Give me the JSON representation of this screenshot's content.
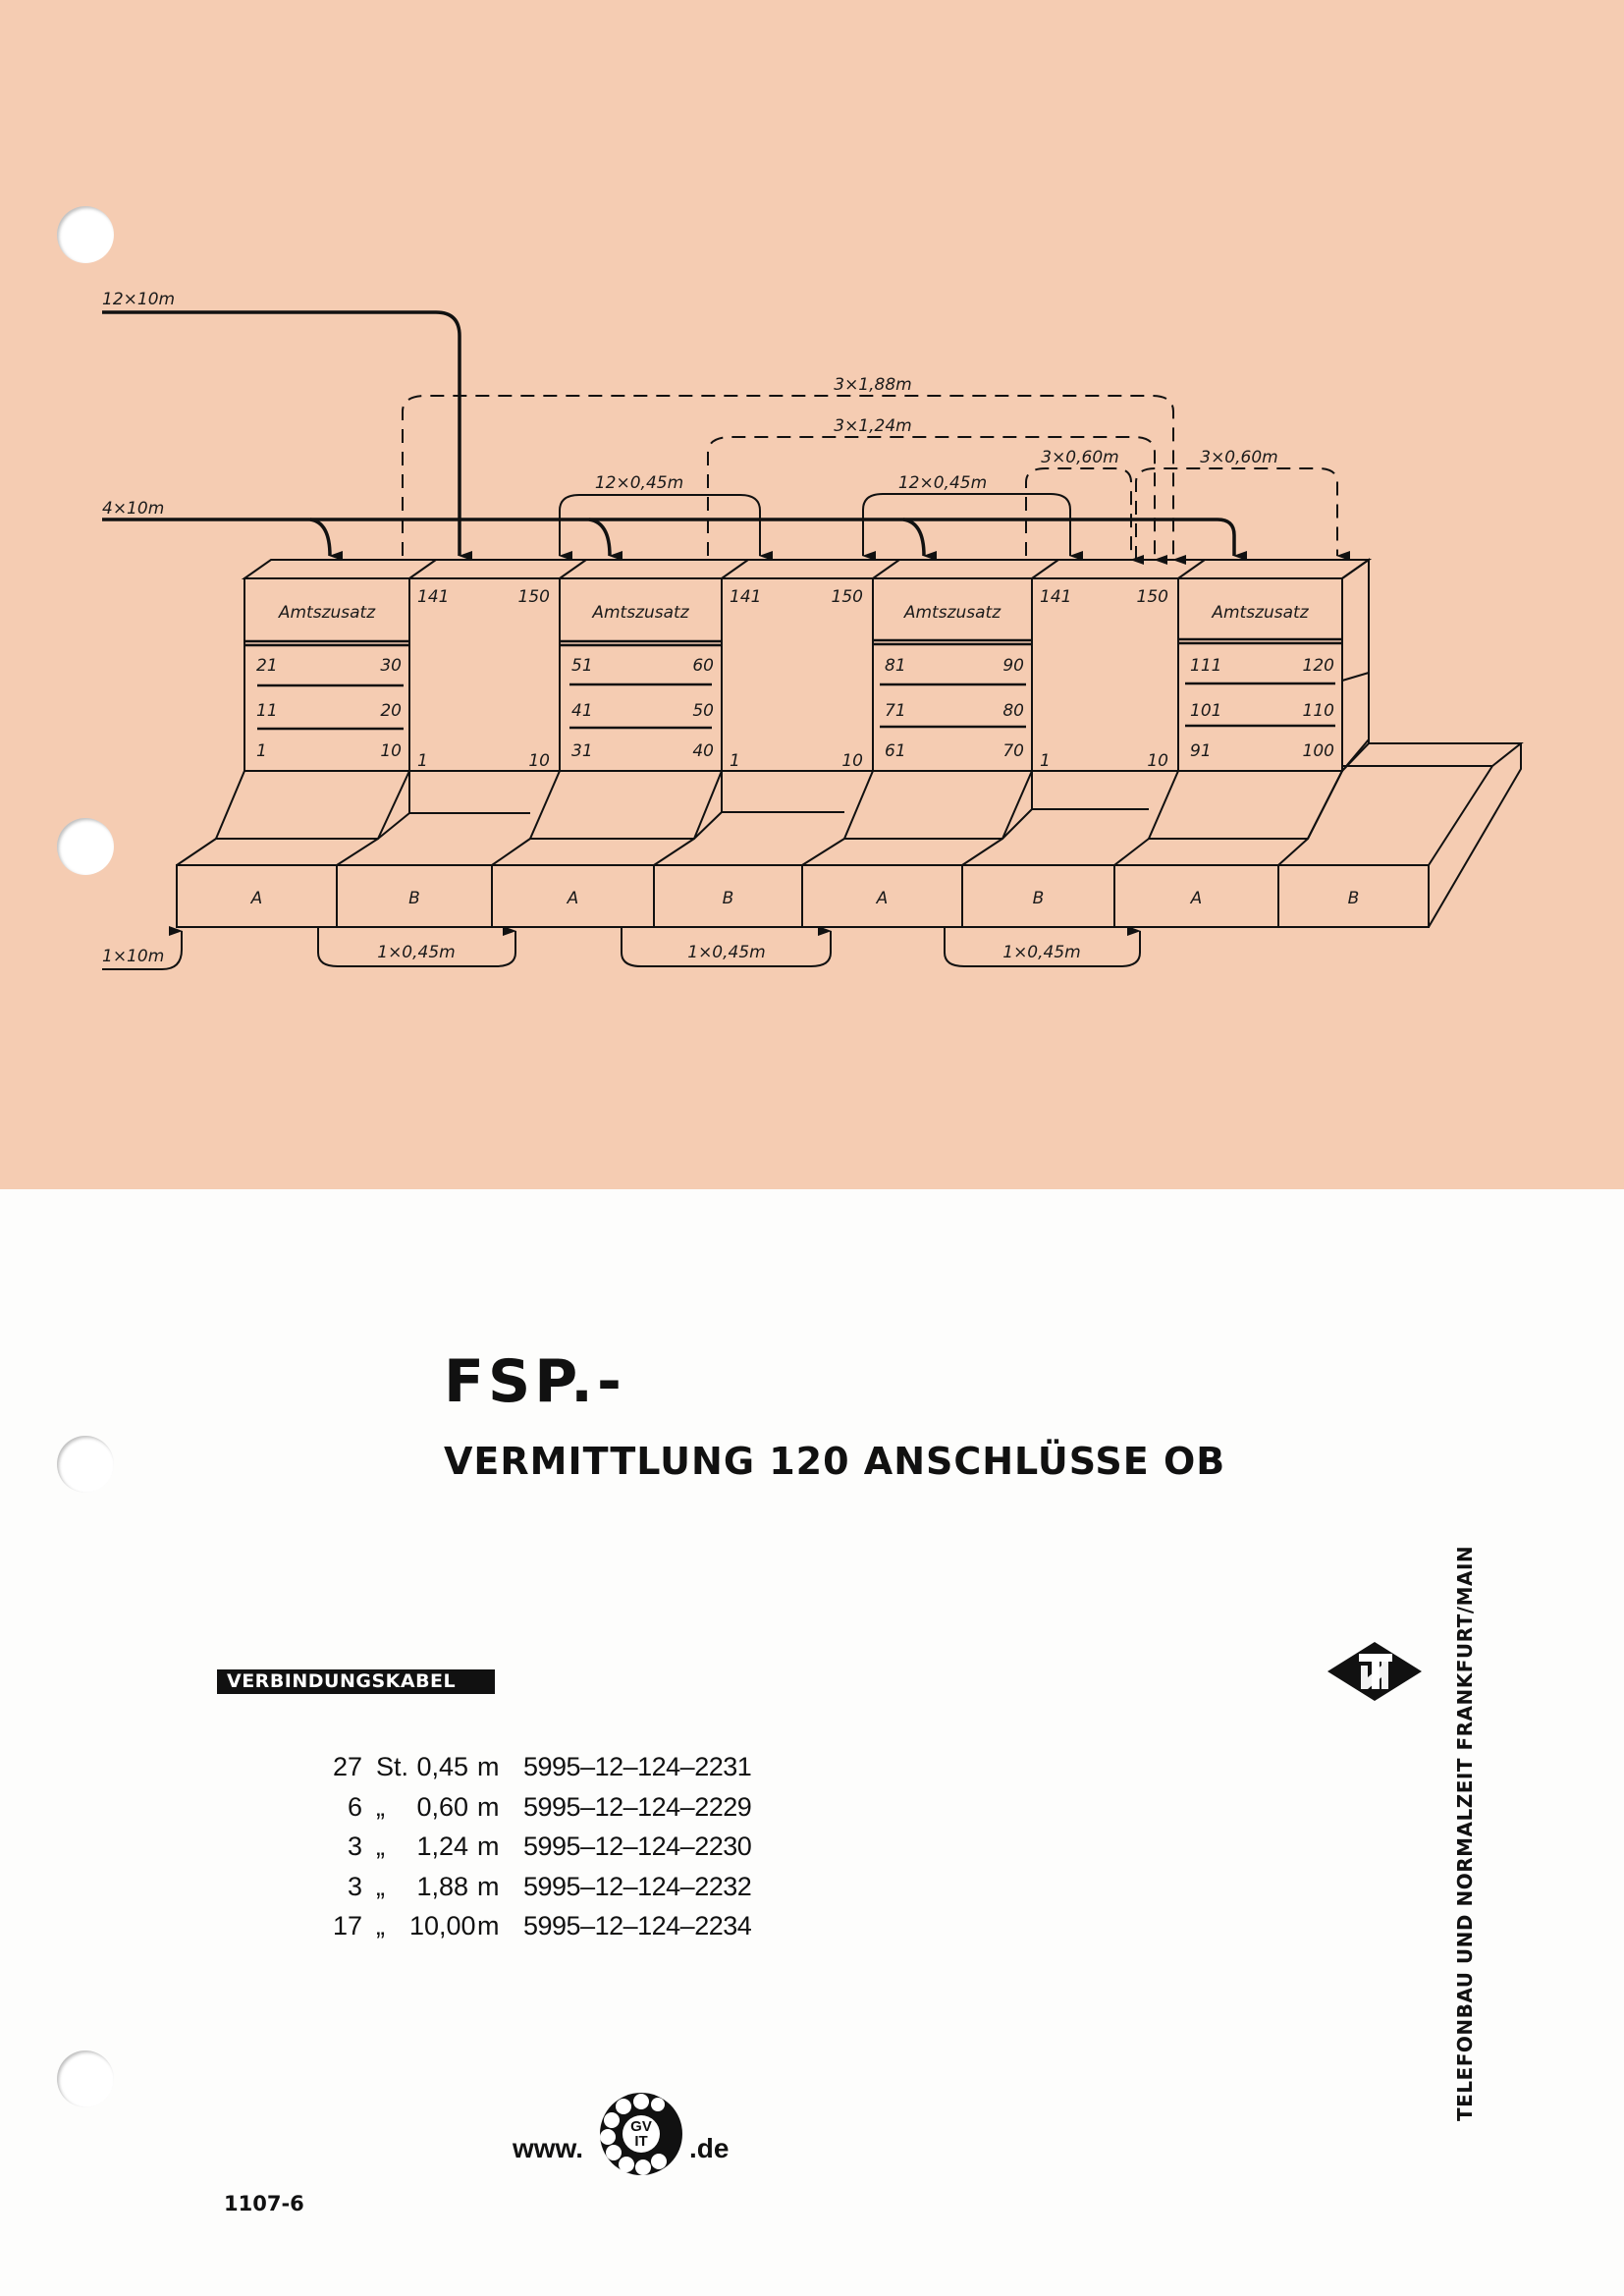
{
  "diagram": {
    "cables": {
      "top_feed": "12×10m",
      "mid_feed": "4×10m",
      "bottom_feed": "1×10m",
      "dashed_long": "3×1,88m",
      "dashed_mid": "3×1,24m",
      "dashed_short_1": "3×0,60m",
      "dashed_short_2": "3×0,60m",
      "loop_1": "12×0,45m",
      "loop_2": "12×0,45m",
      "desk_link_1": "1×0,45m",
      "desk_link_2": "1×0,45m",
      "desk_link_3": "1×0,45m"
    },
    "modules": [
      {
        "label": "Amtszusatz",
        "rows": [
          [
            "21",
            "30"
          ],
          [
            "11",
            "20"
          ],
          [
            "1",
            "10"
          ]
        ]
      },
      {
        "label": "Amtszusatz",
        "rows": [
          [
            "51",
            "60"
          ],
          [
            "41",
            "50"
          ],
          [
            "31",
            "40"
          ]
        ]
      },
      {
        "label": "Amtszusatz",
        "rows": [
          [
            "81",
            "90"
          ],
          [
            "71",
            "80"
          ],
          [
            "61",
            "70"
          ]
        ]
      },
      {
        "label": "Amtszusatz",
        "rows": [
          [
            "111",
            "120"
          ],
          [
            "101",
            "110"
          ],
          [
            "91",
            "100"
          ]
        ]
      }
    ],
    "bays": [
      {
        "top": [
          "141",
          "150"
        ],
        "bottom": [
          "1",
          "10"
        ]
      },
      {
        "top": [
          "141",
          "150"
        ],
        "bottom": [
          "1",
          "10"
        ]
      },
      {
        "top": [
          "141",
          "150"
        ],
        "bottom": [
          "1",
          "10"
        ]
      }
    ],
    "desks": [
      "A",
      "B",
      "A",
      "B",
      "A",
      "B",
      "A",
      "B"
    ]
  },
  "title": {
    "line1": "FSP.-",
    "line2": "VERMITTLUNG 120 ANSCHLÜSSE OB"
  },
  "cable_list": {
    "heading": "VERBINDUNGSKABEL",
    "rows": [
      {
        "qty": "27",
        "unit": "St.",
        "length": "0,45",
        "m": "m",
        "code": "5995–12–124–2231"
      },
      {
        "qty": "6",
        "unit": "„",
        "length": "0,60",
        "m": "m",
        "code": "5995–12–124–2229"
      },
      {
        "qty": "3",
        "unit": "„",
        "length": "1,24",
        "m": "m",
        "code": "5995–12–124–2230"
      },
      {
        "qty": "3",
        "unit": "„",
        "length": "1,88",
        "m": "m",
        "code": "5995–12–124–2232"
      },
      {
        "qty": "17",
        "unit": "„",
        "length": "10,00",
        "m": "m",
        "code": "5995–12–124–2234"
      }
    ]
  },
  "company": "TELEFONBAU UND NORMALZEIT FRANKFURT/MAIN",
  "company_logo": "TN",
  "gvit_logo": {
    "prefix": "www.",
    "center": "GV IT",
    "suffix": ".de"
  },
  "doc_number": "1107-6",
  "colors": {
    "paper_top": "#f5ccb2",
    "ink": "#111111",
    "paper": "#fdfdfc"
  }
}
